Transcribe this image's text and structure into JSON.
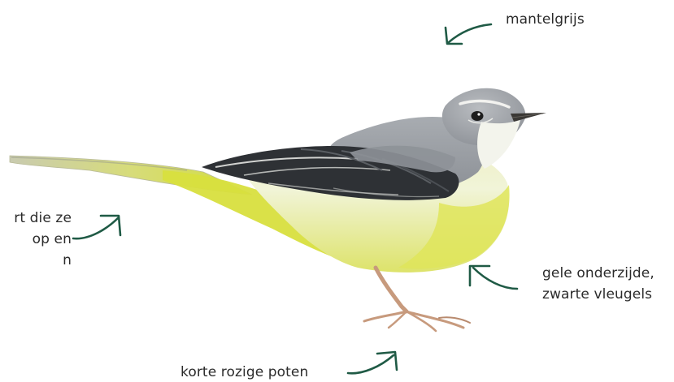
{
  "annotations": {
    "mantle": {
      "text": "mantelgrijs"
    },
    "underside": {
      "lines": [
        "gele onderzijde,",
        "zwarte vleugels"
      ]
    },
    "legs": {
      "text": "korte rozige poten"
    },
    "tail": {
      "lines": [
        "rt die ze",
        "op en",
        "n"
      ]
    }
  },
  "colors": {
    "arrow": "#1f5a45",
    "text": "#2b2b2b",
    "background": "#ffffff"
  }
}
